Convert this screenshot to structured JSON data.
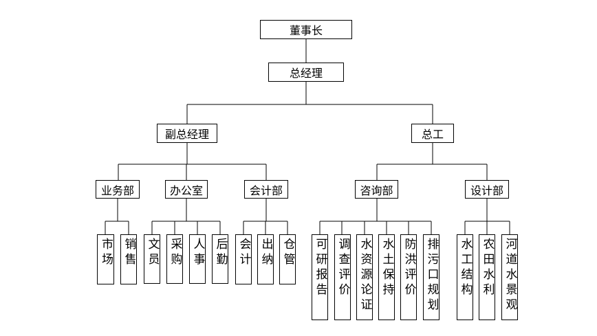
{
  "chairman": "董事长",
  "general_manager": "总经理",
  "deputy_gm": {
    "title": "副总经理",
    "departments": [
      {
        "name": "业务部",
        "units": [
          "市场",
          "销售"
        ]
      },
      {
        "name": "办公室",
        "units": [
          "文员",
          "采购",
          "人事",
          "后勤"
        ]
      },
      {
        "name": "会计部",
        "units": [
          "会计",
          "出纳",
          "仓管"
        ]
      }
    ]
  },
  "chief_engineer": {
    "title": "总工",
    "departments": [
      {
        "name": "咨询部",
        "units": [
          "可研报告",
          "调查评价",
          "水资源论证",
          "水土保持",
          "防洪评价",
          "排污口规划"
        ]
      },
      {
        "name": "设计部",
        "units": [
          "水工结构",
          "农田水利",
          "河道水景观"
        ]
      }
    ]
  }
}
